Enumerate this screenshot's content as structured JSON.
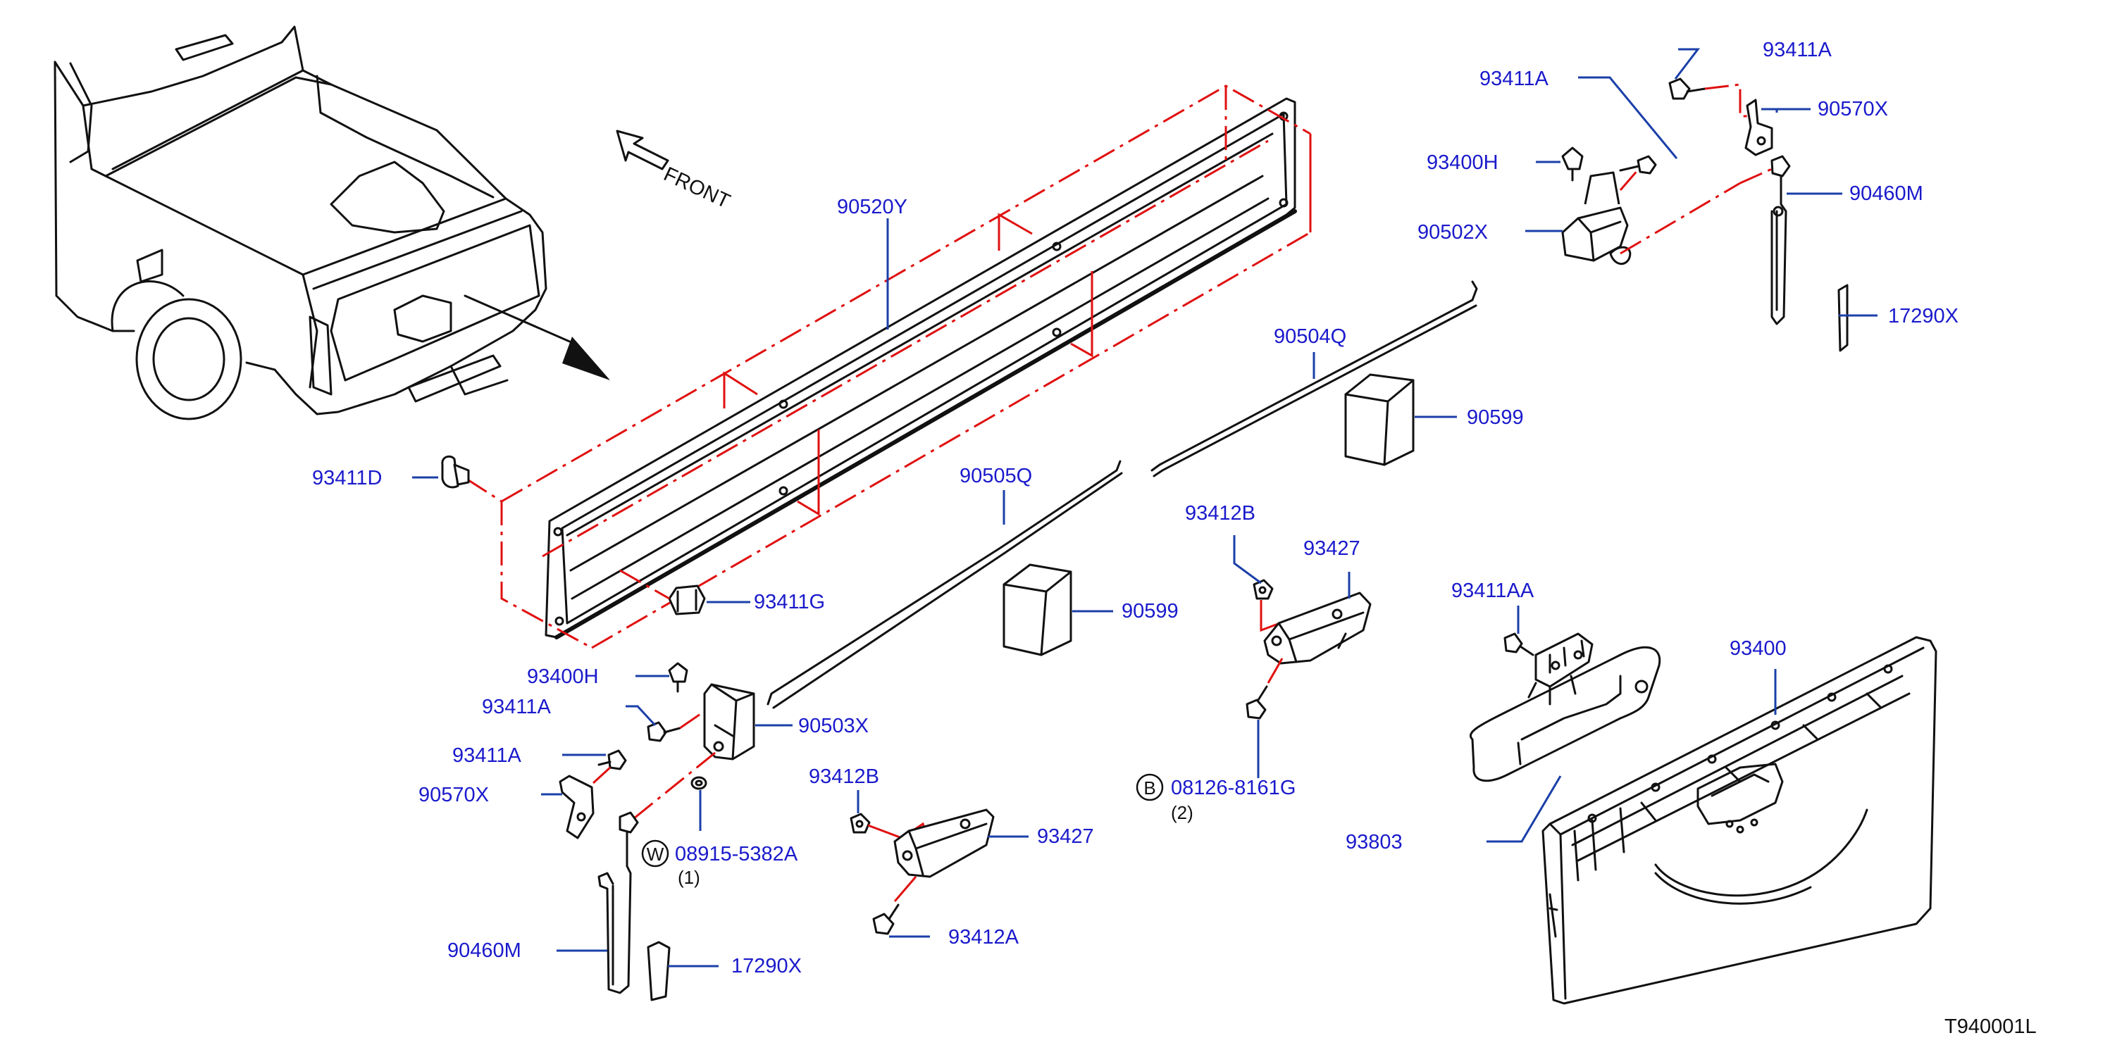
{
  "diagram_code": "T940001L",
  "front_label": "FRONT",
  "colors": {
    "label_blue": "#1a1acc",
    "leader_blue": "#1a3fa8",
    "phantom_red": "#e01010",
    "line_black": "#111111"
  },
  "parts": {
    "p90520Y": "90520Y",
    "p93411D": "93411D",
    "p93411G": "93411G",
    "p93411A_tl": "93411A",
    "p93411A_tr": "93411A",
    "p90570X_tr": "90570X",
    "p93400H_tr": "93400H",
    "p90460M_tr": "90460M",
    "p90502X": "90502X",
    "p17290X_tr": "17290X",
    "p90504Q": "90504Q",
    "p90599_top": "90599",
    "p90505Q": "90505Q",
    "p90599_mid": "90599",
    "p93412B_mid": "93412B",
    "p93427_mid": "93427",
    "p08126": "08126-8161G",
    "p08126_qty": "(2)",
    "p08126_symbol": "B",
    "p93400H_bl": "93400H",
    "p93411A_bl1": "93411A",
    "p90503X": "90503X",
    "p93411A_bl2": "93411A",
    "p90570X_bl": "90570X",
    "p08915": "08915-5382A",
    "p08915_qty": "(1)",
    "p08915_symbol": "W",
    "p90460M_bl": "90460M",
    "p17290X_bl": "17290X",
    "p93412B_bot": "93412B",
    "p93427_bot": "93427",
    "p93412A": "93412A",
    "p93411AA": "93411AA",
    "p93400": "93400",
    "p93803": "93803"
  }
}
